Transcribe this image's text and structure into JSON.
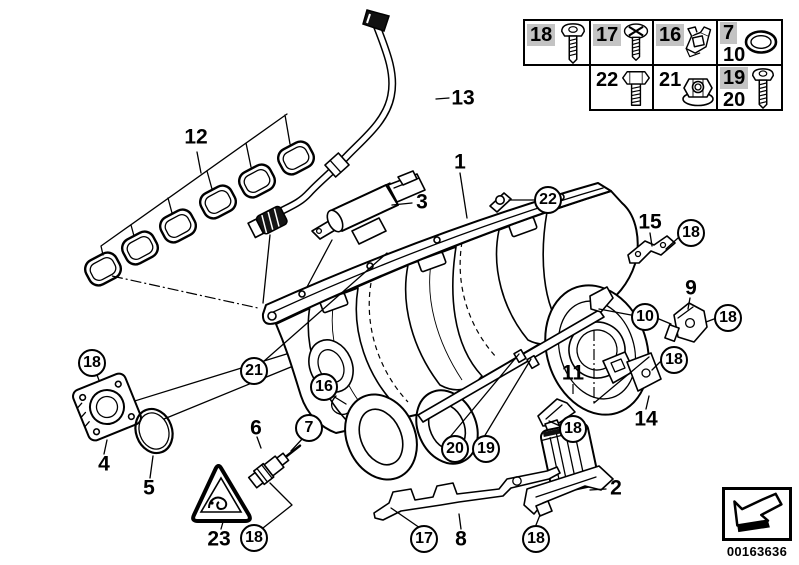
{
  "diagram": {
    "type": "exploded-parts-diagram",
    "subject": "intake manifold system",
    "image_number": "00163636",
    "colors": {
      "line": "#000000",
      "background": "#ffffff",
      "legend_highlight": "#c3c3c3"
    }
  },
  "legend": {
    "cells": [
      {
        "numbers": [
          "18"
        ],
        "icon": "pan-head-screw-icon"
      },
      {
        "numbers": [
          "17"
        ],
        "icon": "phillips-screw-icon"
      },
      {
        "numbers": [
          "16"
        ],
        "icon": "cable-clip-icon"
      },
      {
        "numbers": [
          "7",
          "10"
        ],
        "icon": "o-ring-icon"
      },
      {
        "numbers": [
          "22"
        ],
        "icon": "hex-bolt-icon"
      },
      {
        "numbers": [
          "21"
        ],
        "icon": "flange-nut-icon"
      },
      {
        "numbers": [
          "19",
          "20"
        ],
        "icon": "torx-screw-icon"
      }
    ]
  },
  "callouts": {
    "plain": [
      "12",
      "13",
      "1",
      "3",
      "15",
      "9",
      "11",
      "14",
      "6",
      "4",
      "5",
      "23",
      "8",
      "2"
    ],
    "circled": [
      "22",
      "18",
      "10",
      "18",
      "18",
      "18",
      "21",
      "16",
      "18",
      "7",
      "20",
      "19",
      "17",
      "18",
      "18"
    ]
  }
}
